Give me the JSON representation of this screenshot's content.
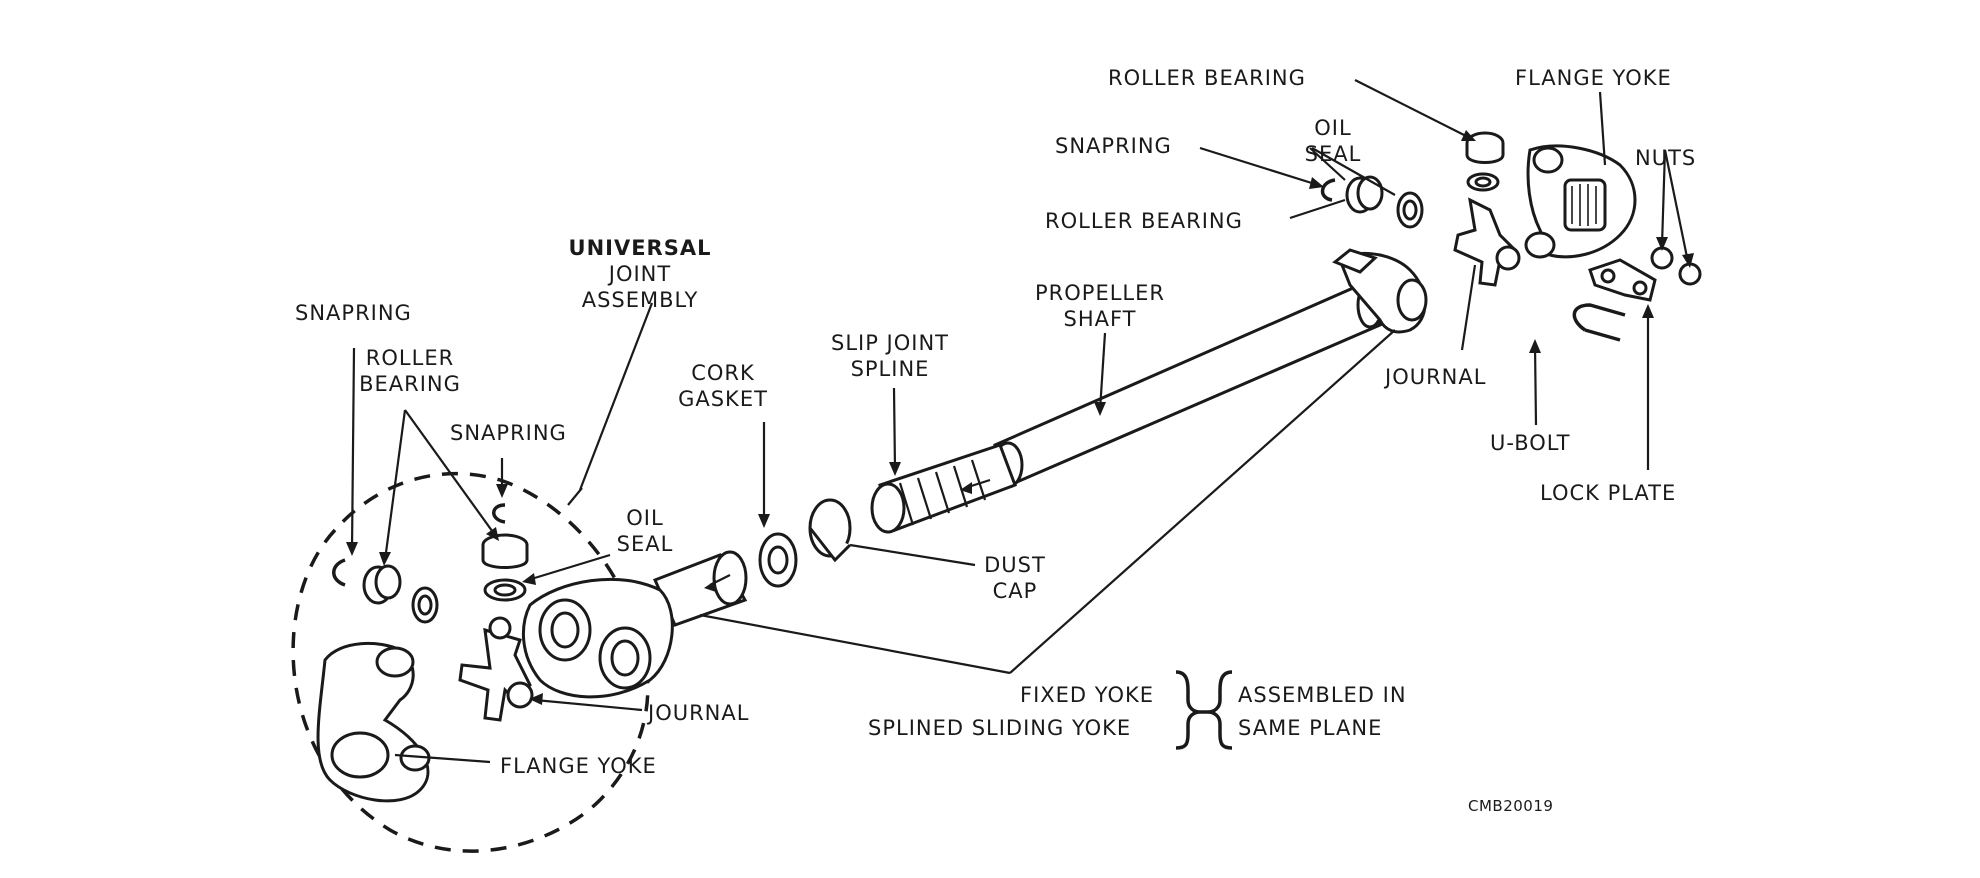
{
  "labels": {
    "snapring_left": "SNAPRING",
    "roller_bearing_left_1": "ROLLER",
    "roller_bearing_left_2": "BEARING",
    "snapring_mid": "SNAPRING",
    "universal_1": "UNIVERSAL",
    "universal_2": "JOINT",
    "universal_3": "ASSEMBLY",
    "oil_seal_left_1": "OIL",
    "oil_seal_left_2": "SEAL",
    "cork_gasket_1": "CORK",
    "cork_gasket_2": "GASKET",
    "slip_joint_1": "SLIP JOINT",
    "slip_joint_2": "SPLINE",
    "propeller_1": "PROPELLER",
    "propeller_2": "SHAFT",
    "dust_cap_1": "DUST",
    "dust_cap_2": "CAP",
    "journal_left": "JOURNAL",
    "flange_yoke_left": "FLANGE YOKE",
    "fixed_yoke": "FIXED YOKE",
    "splined_sliding_yoke": "SPLINED SLIDING YOKE",
    "assembled_1": "ASSEMBLED IN",
    "assembled_2": "SAME PLANE",
    "roller_bearing_top": "ROLLER BEARING",
    "flange_yoke_right": "FLANGE YOKE",
    "snapring_right": "SNAPRING",
    "oil_seal_right_1": "OIL",
    "oil_seal_right_2": "SEAL",
    "nuts": "NUTS",
    "roller_bearing_right": "ROLLER BEARING",
    "journal_right": "JOURNAL",
    "u_bolt": "U-BOLT",
    "lock_plate": "LOCK PLATE",
    "figure_code": "CMB20019"
  }
}
